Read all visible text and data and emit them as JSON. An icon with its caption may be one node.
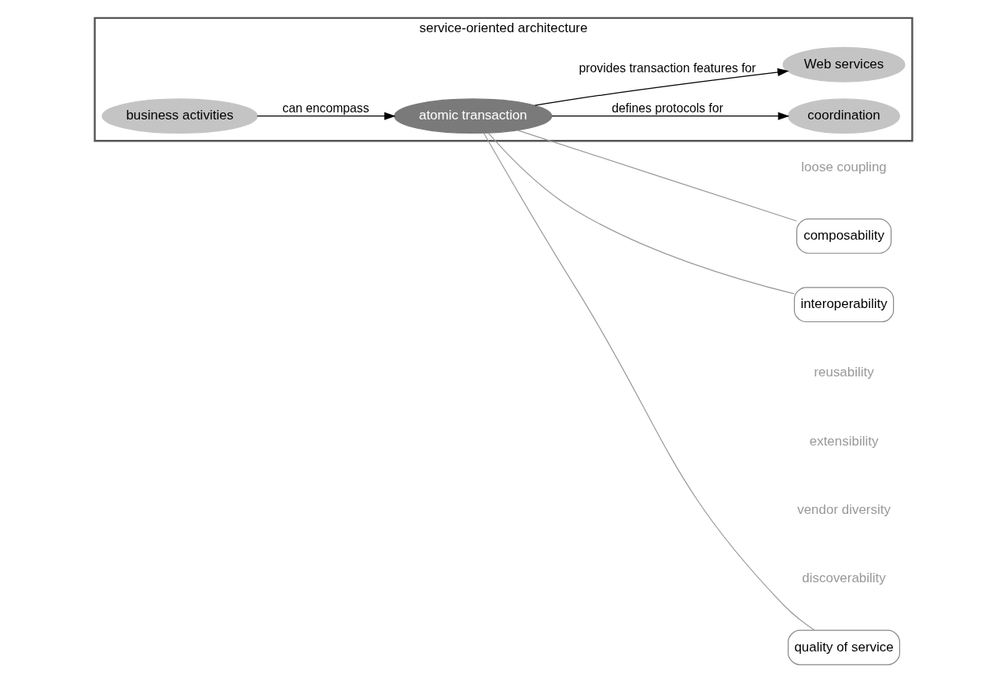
{
  "diagram": {
    "nodes": [
      {
        "text": [
          "service-oriented architecture"
        ]
      },
      {
        "text": [
          "business activities"
        ],
        "in": 0
      },
      {
        "text": [
          "atomic transaction"
        ],
        "in": 0
      },
      {
        "text": [
          "coordination"
        ],
        "in": 0
      },
      {
        "text": [
          "Web services"
        ],
        "in": 0
      },
      {
        "text": [
          "composability"
        ]
      },
      {
        "text": [
          "interoperability"
        ]
      },
      {
        "text": [
          "quality of service"
        ]
      }
    ],
    "edges": [
      {
        "from": 1,
        "to": 2,
        "arrow": "to",
        "label": "can encompass"
      },
      {
        "from": 2,
        "to": 3,
        "arrow": "to",
        "label": "defines protocols for"
      },
      {
        "from": 2,
        "to": 4,
        "arrow": "to",
        "label": "provides transaction features for"
      },
      {
        "from": 2,
        "to": 5,
        "arrow": "none",
        "color": "#999999"
      },
      {
        "from": 2,
        "to": 6,
        "arrow": "none",
        "color": "#999999"
      },
      {
        "from": 2,
        "to": 7,
        "arrow": "none",
        "color": "#999999"
      }
    ],
    "labels": [
      "loose coupling",
      "reusability",
      "extensibility",
      "vendor diversity",
      "discoverability"
    ]
  }
}
